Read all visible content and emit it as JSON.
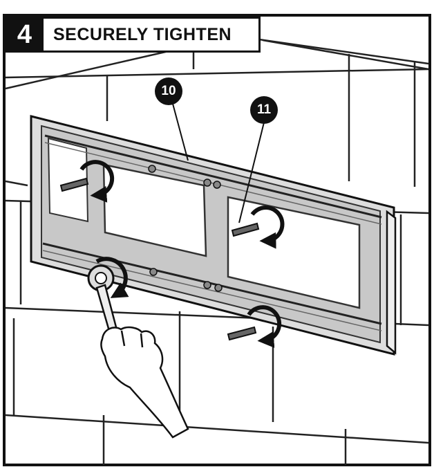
{
  "step": {
    "number": "4",
    "title": "SECURELY TIGHTEN"
  },
  "callouts": [
    {
      "label": "10",
      "part": "bracket-rail"
    },
    {
      "label": "11",
      "part": "lag-bolt"
    }
  ],
  "colors": {
    "ink": "#111111",
    "paper": "#ffffff",
    "bracket": "#d4d4d4",
    "wall": "#ffffff"
  },
  "icons": [
    "rotation-arrow-icon",
    "lag-bolt-icon",
    "ratchet-wrench-icon",
    "hand-icon"
  ]
}
